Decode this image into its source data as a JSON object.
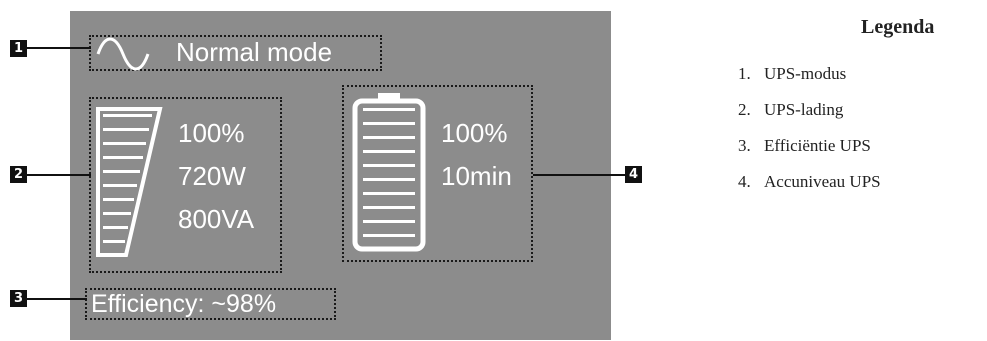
{
  "display": {
    "mode_label": "Normal mode",
    "charge": {
      "percent": "100%",
      "power": "720W",
      "apparent_power": "800VA"
    },
    "battery": {
      "percent": "100%",
      "runtime": "10min"
    },
    "efficiency": "Efficiency: ~98%"
  },
  "callouts": [
    "1",
    "2",
    "3",
    "4"
  ],
  "legend": {
    "title": "Legenda",
    "items": [
      {
        "number": "1.",
        "label": "UPS-modus"
      },
      {
        "number": "2.",
        "label": "UPS-lading"
      },
      {
        "number": "3.",
        "label": "Efficiëntie UPS"
      },
      {
        "number": "4.",
        "label": "Accuniveau UPS"
      }
    ]
  },
  "colors": {
    "screen_background": "#8c8c8c",
    "screen_text": "#ffffff",
    "callout_background": "#111111"
  }
}
